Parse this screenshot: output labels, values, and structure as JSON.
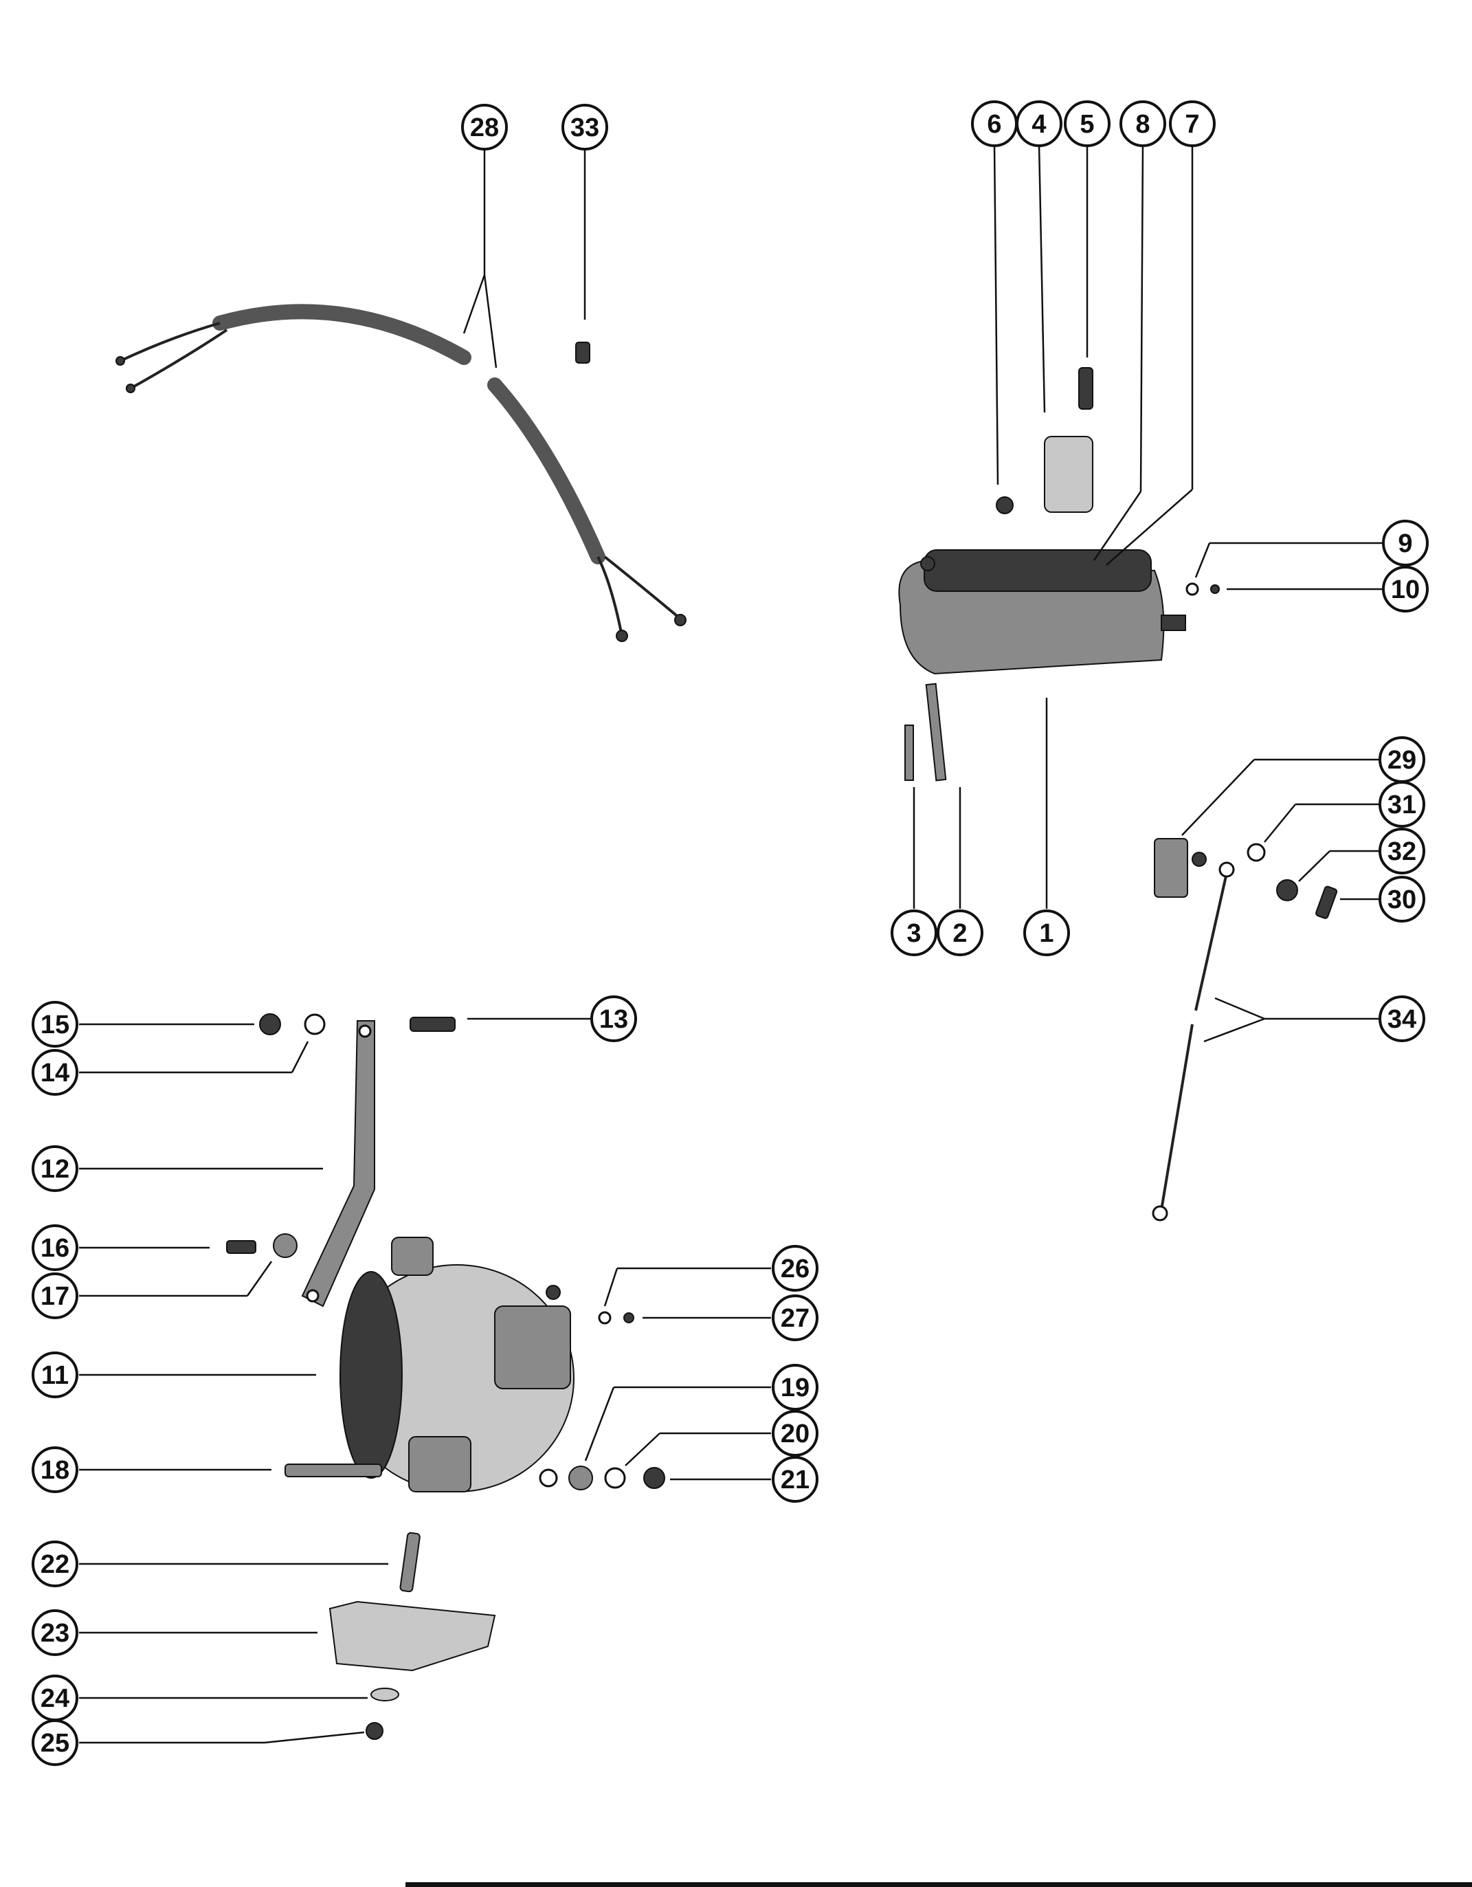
{
  "diagram": {
    "callouts": [
      "1",
      "2",
      "3",
      "4",
      "5",
      "6",
      "7",
      "8",
      "9",
      "10",
      "11",
      "12",
      "13",
      "14",
      "15",
      "16",
      "17",
      "18",
      "19",
      "20",
      "21",
      "22",
      "23",
      "24",
      "25",
      "26",
      "27",
      "28",
      "29",
      "30",
      "31",
      "32",
      "33",
      "34"
    ]
  },
  "colors": {
    "ink": "#111111",
    "paper": "#ffffff",
    "part_shade": "#8a8a8a"
  }
}
